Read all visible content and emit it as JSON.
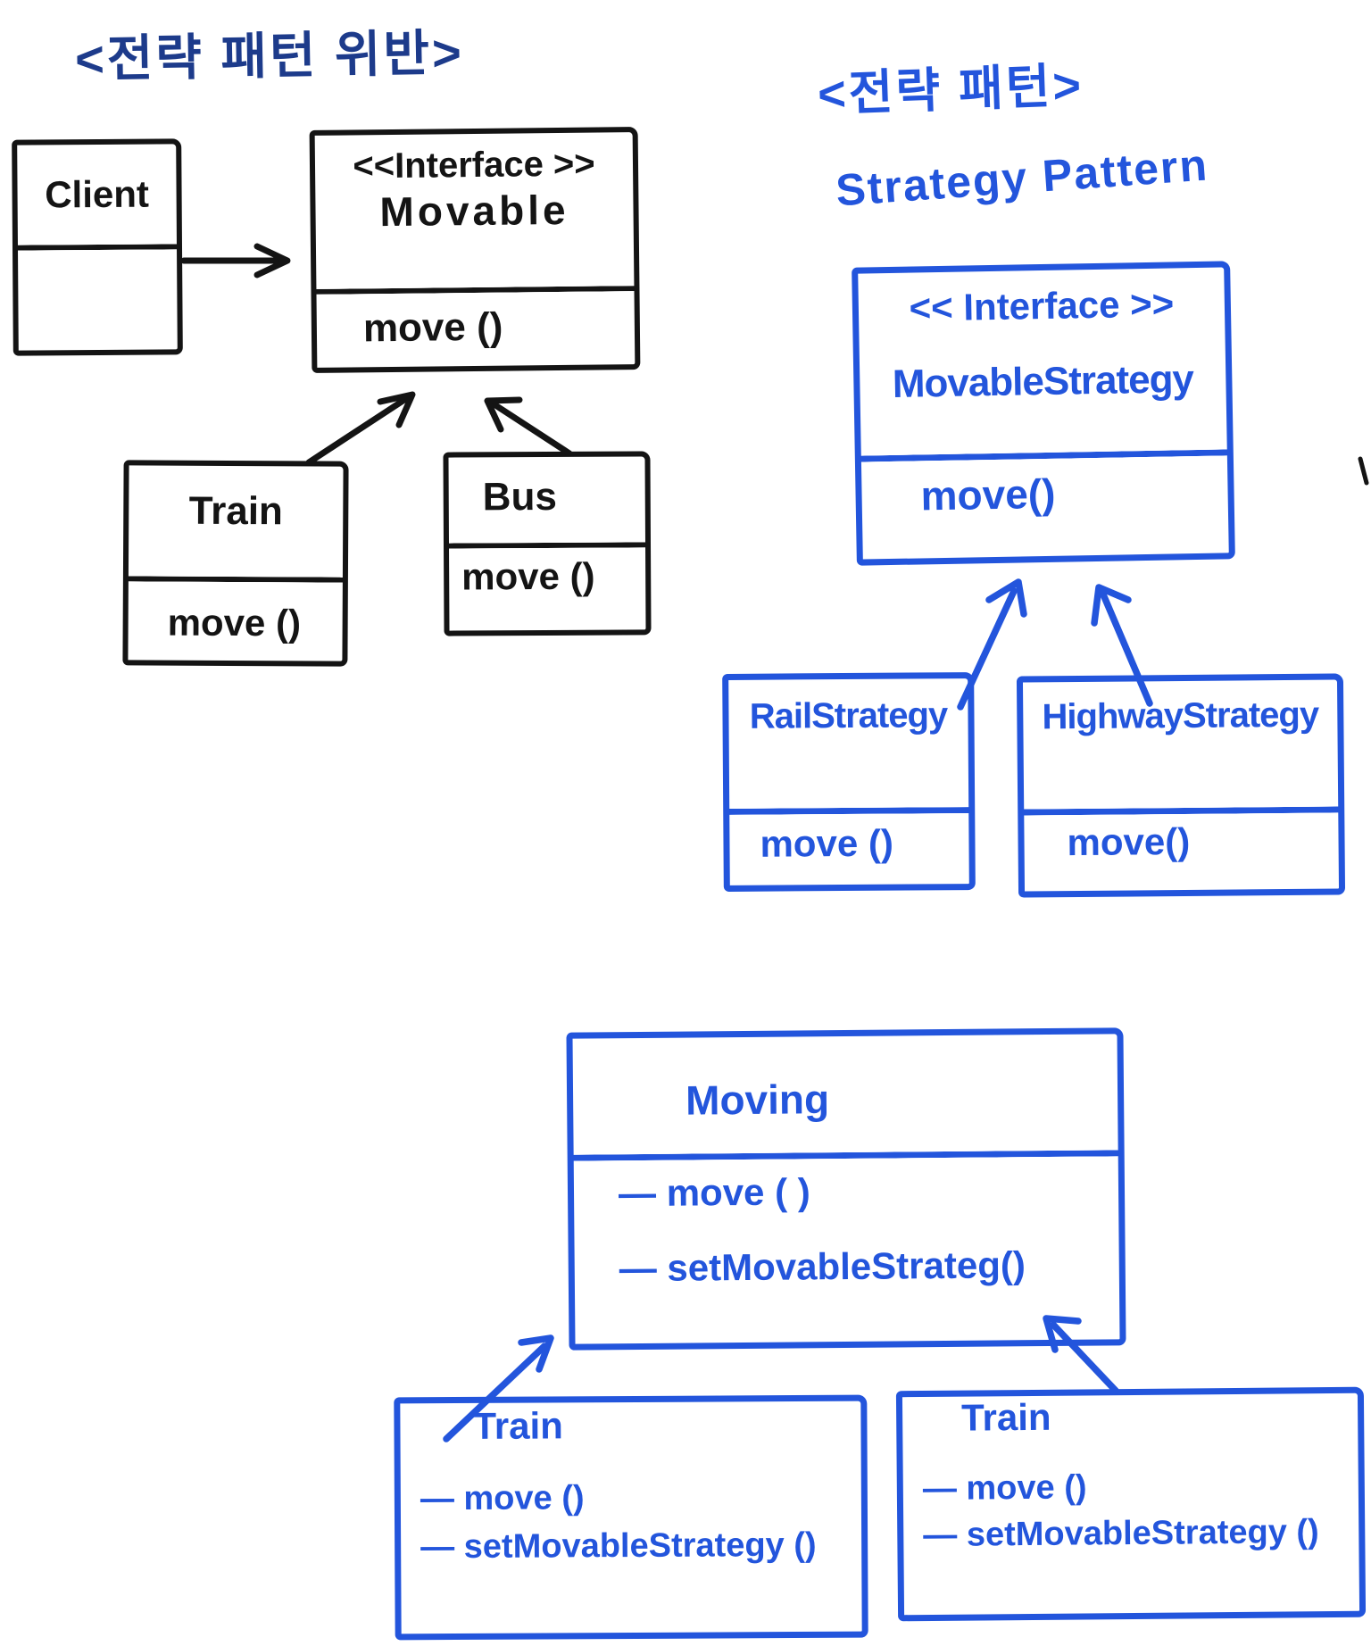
{
  "colors": {
    "ink": "#141414",
    "blue": "#2355DC",
    "navy": "#1D3B8B",
    "background": "#ffffff"
  },
  "titles": {
    "violation_ko": "<전략 패턴 위반>",
    "pattern_ko": "<전략 패턴>",
    "pattern_en": "Strategy Pattern"
  },
  "violation_diagram": {
    "client": {
      "name": "Client"
    },
    "movable": {
      "stereotype": "<<Interface >>",
      "name": "Movable",
      "method": "move ()"
    },
    "train": {
      "name": "Train",
      "method": "move ()"
    },
    "bus": {
      "name": "Bus",
      "method": "move ()"
    }
  },
  "strategy_diagram": {
    "interface": {
      "stereotype": "<< Interface >>",
      "name": "MovableStrategy",
      "method": "move()"
    },
    "rail": {
      "name": "RailStrategy",
      "method": "move ()"
    },
    "highway": {
      "name": "HighwayStrategy",
      "method": "move()"
    }
  },
  "context_diagram": {
    "moving": {
      "name": "Moving",
      "methods": [
        "— move ( )",
        "— setMovableStrateg()"
      ]
    },
    "train_left": {
      "name": "Train",
      "methods": [
        "— move ()",
        "— setMovableStrategy ()"
      ]
    },
    "train_right": {
      "name": "Train",
      "methods": [
        "— move ()",
        "— setMovableStrategy ()"
      ]
    }
  }
}
